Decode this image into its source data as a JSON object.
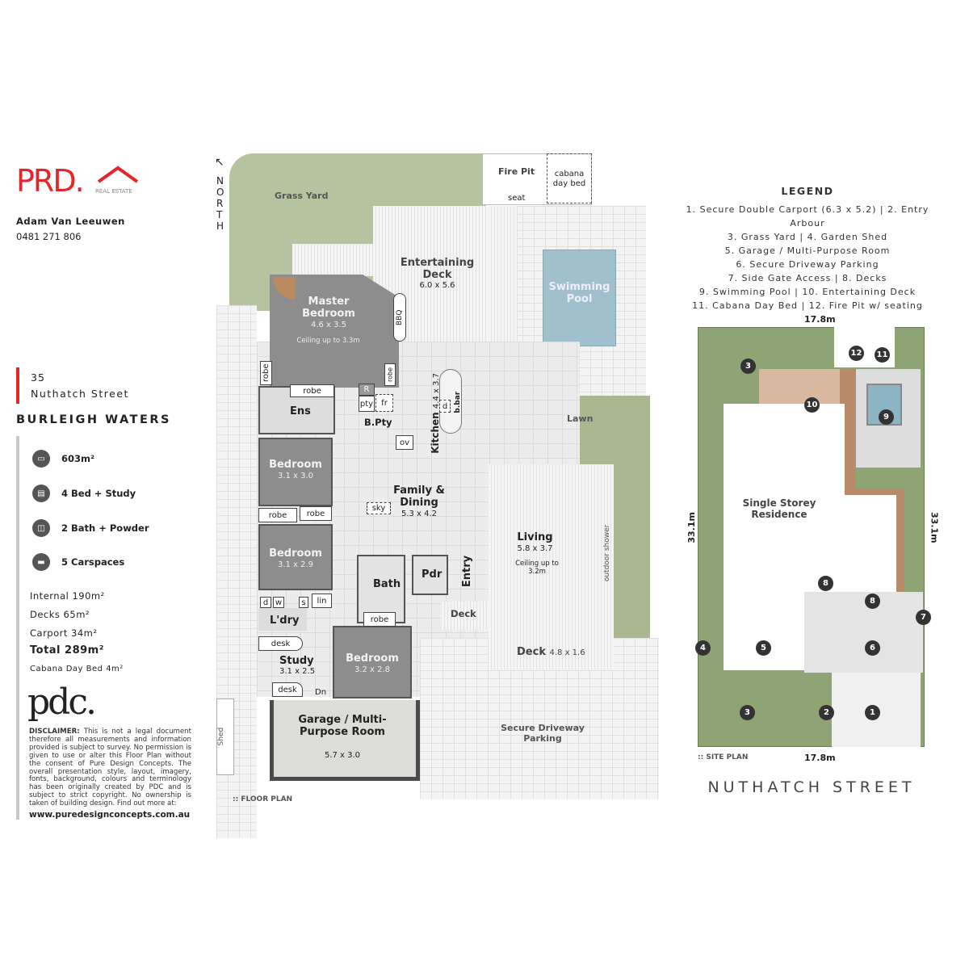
{
  "brand": {
    "logo_text": "PRD.",
    "logo_sub": "REAL ESTATE",
    "accent": "#e3262b"
  },
  "agent": {
    "name": "Adam Van Leeuwen",
    "phone": "0481 271 806"
  },
  "address": {
    "number": "35",
    "street": "Nuthatch Street",
    "suburb": "BURLEIGH WATERS"
  },
  "features": [
    {
      "icon": "land-icon",
      "label": "603m²"
    },
    {
      "icon": "bed-icon",
      "label": "4 Bed + Study"
    },
    {
      "icon": "bath-icon",
      "label": "2 Bath + Powder"
    },
    {
      "icon": "car-icon",
      "label": "5 Carspaces"
    }
  ],
  "areas": {
    "internal": "Internal 190m²",
    "decks": "Decks 65m²",
    "carport": "Carport 34m²",
    "total": "Total 289m²",
    "cabana": "Cabana Day Bed 4m²"
  },
  "pdc": {
    "logo": "pdc.",
    "disclaimer_head": "DISCLAIMER:",
    "disclaimer": "This is not a legal document therefore all measurements and information provided is subject to survey. No permission is given to use or alter this Floor Plan without the consent of Pure Design Concepts. The overall presentation style, layout, imagery, fonts, background, colours and terminology has been originally created by PDC and is subject to strict copyright. No ownership is taken of building design. Find out more at:",
    "url": "www.puredesignconcepts.com.au"
  },
  "floor_plan": {
    "caption": ":: FLOOR PLAN",
    "north": "NORTH",
    "labels": {
      "grass_yard": "Grass Yard",
      "fire_pit": "Fire Pit",
      "cabana": "cabana day bed",
      "seat": "seat",
      "ent_deck": "Entertaining Deck",
      "ent_deck_dim": "6.0 x 5.6",
      "pool": "Swimming Pool",
      "lawn": "Lawn",
      "bbq": "BBQ",
      "master": "Master Bedroom",
      "master_dim": "4.6 x 3.5",
      "master_ceiling": "Ceiling up to 3.3m",
      "robe": "robe",
      "ens": "Ens",
      "r": "R",
      "pty": "pty",
      "fr": "fr",
      "bpty": "B.Pty",
      "ov": "ov",
      "kitchen": "Kitchen",
      "kitchen_dim": "4.4 x 3.7",
      "d": "d",
      "bbar": "b.bar",
      "bed2": "Bedroom",
      "bed2_dim": "3.1 x 3.0",
      "bed3": "Bedroom",
      "bed3_dim": "3.1 x 2.9",
      "family": "Family & Dining",
      "family_dim": "5.3 x 4.2",
      "sky": "sky",
      "living": "Living",
      "living_dim": "5.8 x 3.7",
      "living_ceiling": "Ceiling up to 3.2m",
      "outdoor_shower": "outdoor shower",
      "ldry_d": "d",
      "ldry_w": "w",
      "ldry_s": "s",
      "lin": "lin",
      "ldry": "L'dry",
      "bath": "Bath",
      "pdr": "Pdr",
      "entry": "Entry",
      "deck": "Deck",
      "deck2": "Deck",
      "deck2_dim": "4.8 x 1.6",
      "desk": "desk",
      "study": "Study",
      "study_dim": "3.1 x 2.5",
      "dn": "Dn",
      "bed4": "Bedroom",
      "bed4_dim": "3.2 x 2.8",
      "garage": "Garage / Multi-Purpose Room",
      "garage_dim": "5.7 x 3.0",
      "shed": "Shed",
      "driveway": "Secure Driveway Parking"
    }
  },
  "legend": {
    "title": "LEGEND",
    "lines": [
      "1. Secure Double Carport (6.3 x 5.2)  |  2. Entry Arbour",
      "3. Grass Yard  |  4. Garden Shed",
      "5. Garage / Multi-Purpose Room",
      "6. Secure Driveway Parking",
      "7. Side Gate Access  |  8. Decks",
      "9. Swimming Pool  |  10. Entertaining Deck",
      "11. Cabana Day Bed  |  12. Fire Pit w/ seating"
    ]
  },
  "site_plan": {
    "caption": ":: SITE PLAN",
    "width_top": "17.8m",
    "width_bottom": "17.8m",
    "depth_left": "33.1m",
    "depth_right": "33.1m",
    "residence": "Single Storey Residence",
    "street": "NUTHATCH STREET",
    "markers": [
      "1",
      "2",
      "3",
      "3",
      "4",
      "5",
      "6",
      "7",
      "8",
      "8",
      "9",
      "10",
      "11",
      "12"
    ]
  }
}
